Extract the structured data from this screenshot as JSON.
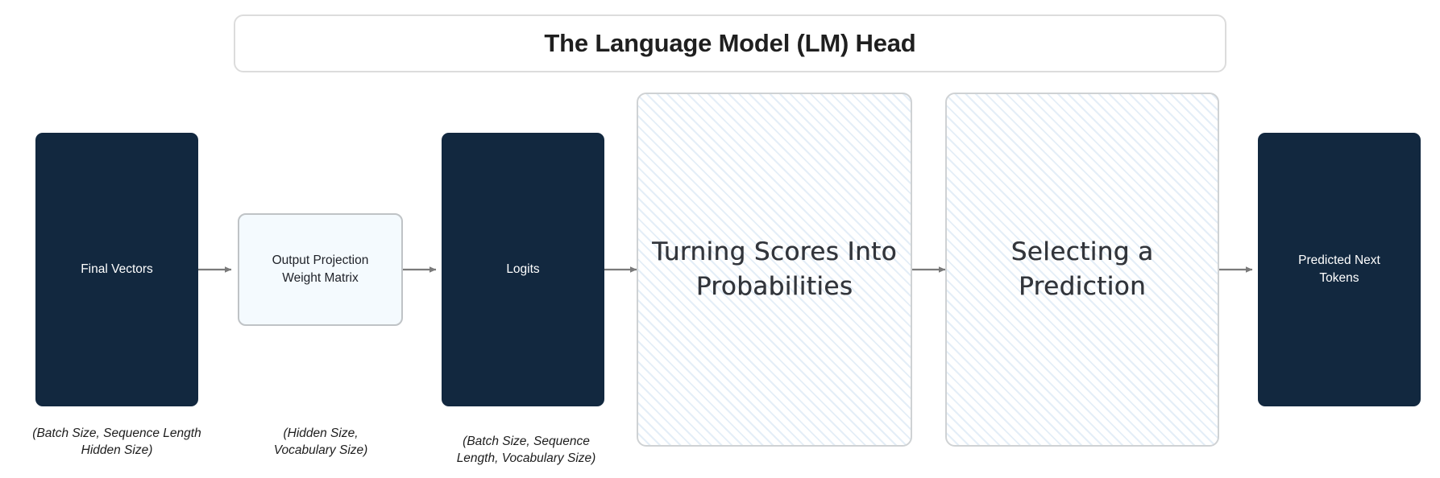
{
  "header": {
    "title": "The Language Model (LM) Head"
  },
  "colors": {
    "node_dark_bg": "#12283F",
    "node_dark_text": "#FFFFFF",
    "node_light_bg": "#F4FAFE",
    "node_light_border": "#BFC3C6",
    "subgraph_border": "#CFD2D4",
    "subgraph_hatch": "#CDDFF0",
    "arrow": "#7A7A7A",
    "banner_border": "#DCDCDC",
    "caption_text": "#1D1D1D"
  },
  "nodes": [
    {
      "id": "final-vectors",
      "label": "Final Vectors",
      "style": "dark",
      "caption": "(Batch Size, Sequence Length\nHidden Size)"
    },
    {
      "id": "output-projection-weight-matrix",
      "label": "Output Projection\nWeight Matrix",
      "style": "light",
      "caption": "(Hidden Size,\nVocabulary Size)"
    },
    {
      "id": "logits",
      "label": "Logits",
      "style": "dark",
      "caption": "(Batch Size, Sequence\nLength, Vocabulary Size)"
    },
    {
      "id": "predicted-next-tokens",
      "label": "Predicted Next\nTokens",
      "style": "dark",
      "caption": ""
    }
  ],
  "subgraphs": [
    {
      "id": "turning-scores-into-probabilities",
      "label": "Turning Scores Into\nProbabilities"
    },
    {
      "id": "selecting-a-prediction",
      "label": "Selecting a\nPrediction"
    }
  ],
  "labels": {
    "final_vectors": "Final Vectors",
    "final_vectors_caption_line1": "(Batch Size, Sequence Length",
    "final_vectors_caption_line2": "Hidden Size)",
    "weight_matrix_line1": "Output Projection",
    "weight_matrix_line2": "Weight Matrix",
    "weight_matrix_caption_line1": "(Hidden Size,",
    "weight_matrix_caption_line2": "Vocabulary Size)",
    "logits": "Logits",
    "logits_caption_line1": "(Batch Size, Sequence",
    "logits_caption_line2": "Length, Vocabulary Size)",
    "subgraph1_line1": "Turning Scores Into",
    "subgraph1_line2": "Probabilities",
    "subgraph2_line1": "Selecting a",
    "subgraph2_line2": "Prediction",
    "predicted_tokens_line1": "Predicted Next",
    "predicted_tokens_line2": "Tokens"
  },
  "edges": [
    {
      "id": "edge-final-vectors-to-weight-matrix",
      "from": "final-vectors",
      "to": "output-projection-weight-matrix"
    },
    {
      "id": "edge-weight-matrix-to-logits",
      "from": "output-projection-weight-matrix",
      "to": "logits"
    },
    {
      "id": "edge-logits-to-probabilities",
      "from": "logits",
      "to": "turning-scores-into-probabilities"
    },
    {
      "id": "edge-probabilities-to-selection",
      "from": "turning-scores-into-probabilities",
      "to": "selecting-a-prediction"
    },
    {
      "id": "edge-selection-to-predicted-tokens",
      "from": "selecting-a-prediction",
      "to": "predicted-next-tokens"
    }
  ]
}
